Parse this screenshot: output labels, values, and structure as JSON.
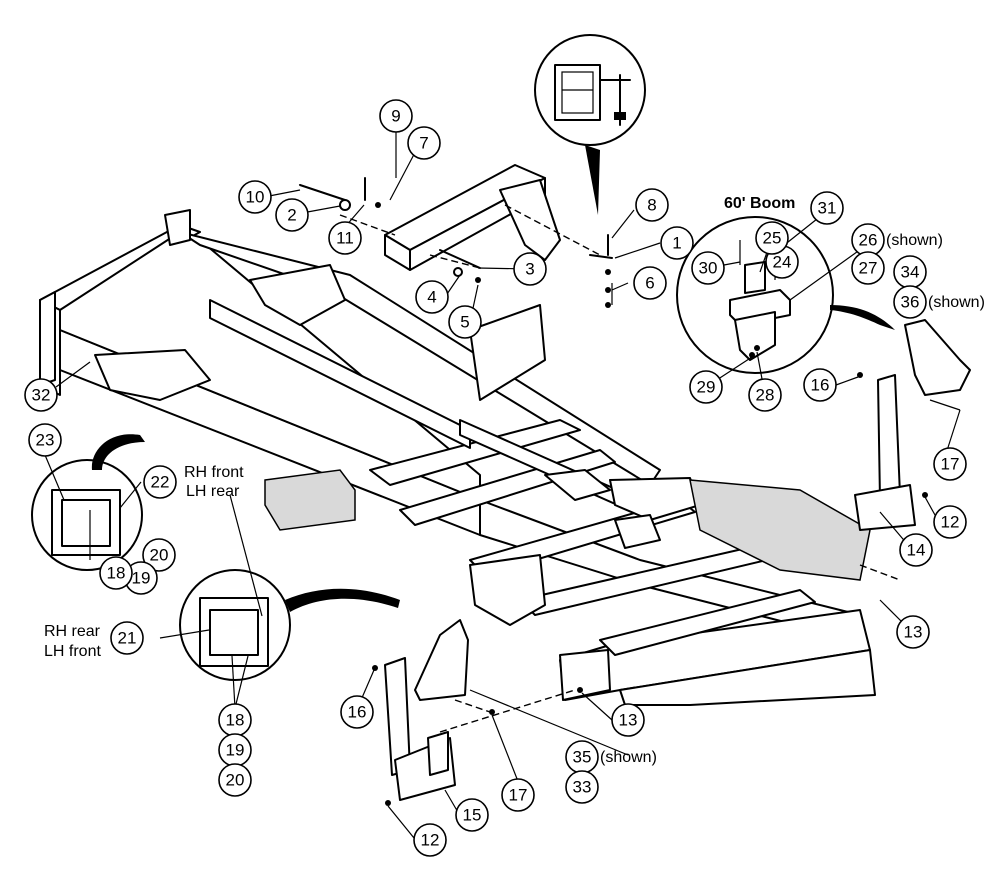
{
  "callouts": {
    "c1": "1",
    "c2": "2",
    "c3": "3",
    "c4": "4",
    "c5": "5",
    "c6": "6",
    "c7": "7",
    "c8": "8",
    "c9": "9",
    "c10": "10",
    "c11": "11",
    "c12a": "12",
    "c12b": "12",
    "c13a": "13",
    "c13b": "13",
    "c14": "14",
    "c15": "15",
    "c16a": "16",
    "c16b": "16",
    "c17a": "17",
    "c17b": "17",
    "c18a": "18",
    "c18b": "18",
    "c19a": "19",
    "c19b": "19",
    "c20a": "20",
    "c20b": "20",
    "c21": "21",
    "c22": "22",
    "c23": "23",
    "c24": "24",
    "c25": "25",
    "c26": "26",
    "c27": "27",
    "c28": "28",
    "c29": "29",
    "c30": "30",
    "c31": "31",
    "c32": "32",
    "c33": "33",
    "c34": "34",
    "c35": "35",
    "c36": "36"
  },
  "labels": {
    "boom": "60' Boom",
    "shown_26": "(shown)",
    "shown_36": "(shown)",
    "shown_35": "(shown)",
    "rh_front": "RH front",
    "lh_rear": "LH rear",
    "rh_rear": "RH rear",
    "lh_front": "LH front"
  }
}
